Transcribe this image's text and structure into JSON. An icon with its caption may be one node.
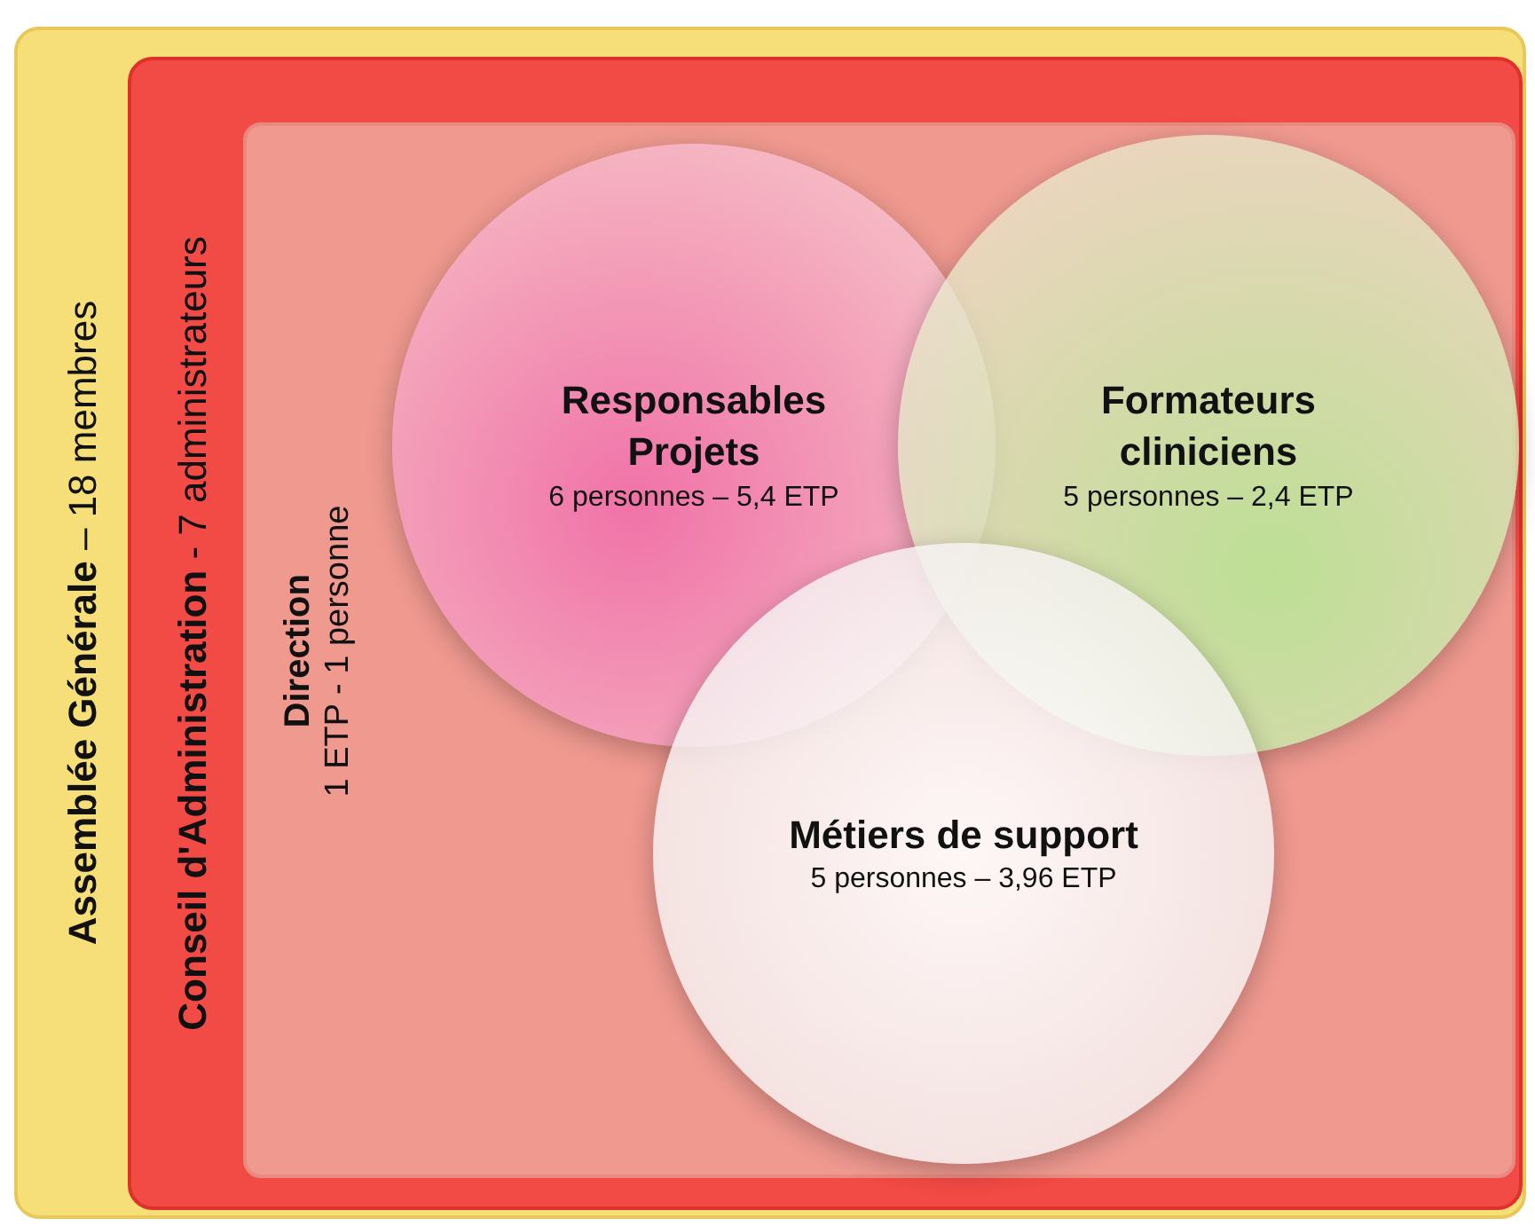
{
  "diagram": {
    "nodes": [
      {
        "text": [
          "**Assemblée Générale** – 18 membres"
        ]
      },
      {
        "text": [
          "**Conseil d'Administration** - 7 administrateurs"
        ],
        "in": 0
      },
      {
        "text": [
          "Direction",
          "1 ETP - 1 personne"
        ],
        "in": 1
      },
      {
        "text": [
          "Responsables Projets",
          "6 personnes – 5,4 ETP"
        ],
        "in": 2
      },
      {
        "text": [
          "Formateurs cliniciens",
          "5 personnes – 2,4 ETP"
        ],
        "in": 2
      },
      {
        "text": [
          "Métiers de support",
          "5 personnes – 3,96 ETP"
        ],
        "in": 2
      }
    ]
  }
}
